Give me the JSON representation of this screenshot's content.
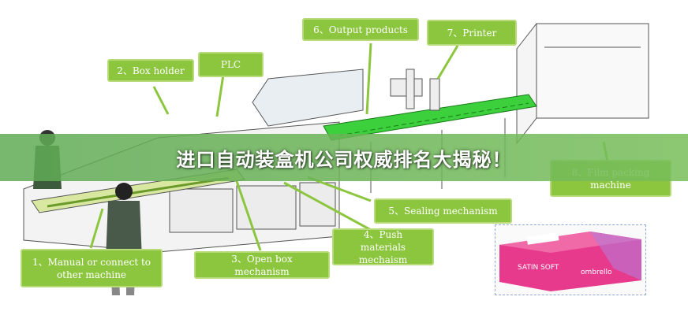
{
  "banner": {
    "title": "进口自动装盒机公司权威排名大揭秘！"
  },
  "callouts": {
    "box_holder": "2、Box holder",
    "plc": "PLC",
    "output_products": "6、Output products",
    "printer": "7、Printer",
    "film_packing": "8、Film packing\nmachine",
    "sealing": "5、Sealing mechanism",
    "push_materials": "4、Push\nmaterials\nmechaism",
    "open_box": "3、Open box\nmechanism",
    "manual": "1、Manual or connect to\nother machine"
  },
  "product_box": {
    "brand": "SATIN SOFT",
    "sub_brand": "ombrello"
  },
  "colors": {
    "callout": "#8cc63f",
    "banner": "#5faa55",
    "conveyor": "#3cd03c",
    "product": "#e83a8c"
  }
}
